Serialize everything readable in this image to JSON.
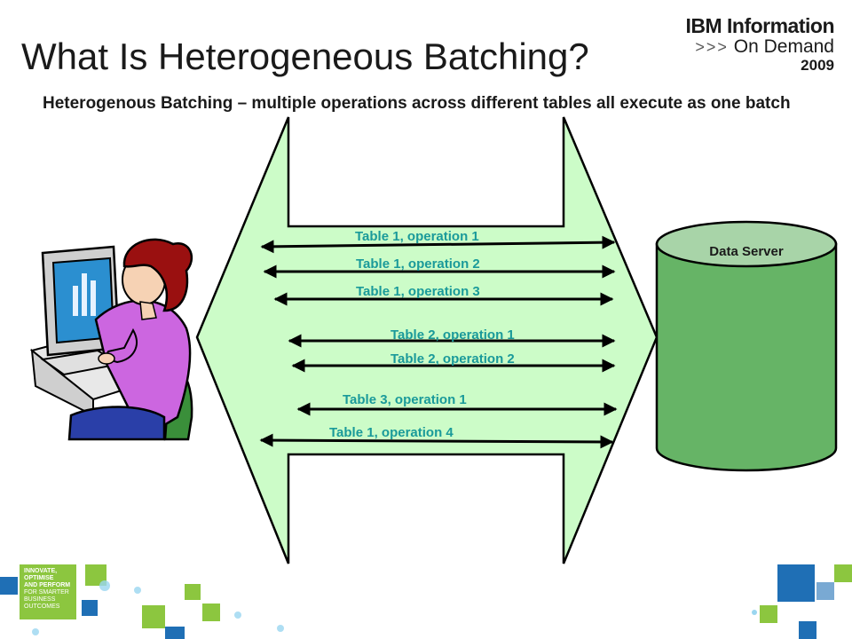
{
  "slide": {
    "title": "What Is Heterogeneous Batching?",
    "subtitle": "Heterogenous Batching – multiple operations across different tables all execute as one batch"
  },
  "brand": {
    "line1": "IBM Information",
    "chevrons": ">>>",
    "line2": "On Demand",
    "line3": "2009"
  },
  "diagram": {
    "server_label": "Data Server",
    "operations": [
      "Table 1, operation 1",
      "Table 1, operation 2",
      "Table 1, operation 3",
      "Table 2, operation 1",
      "Table 2, operation 2",
      "Table 3, operation 1",
      "Table 1, operation 4"
    ]
  },
  "footer_badge": {
    "line1": "INNOVATE,",
    "line2": "OPTIMISE",
    "line3": "AND PERFORM",
    "line4": "FOR SMARTER",
    "line5": "BUSINESS",
    "line6": "OUTCOMES"
  },
  "colors": {
    "funnel_fill": "#ccfcc8",
    "cylinder_fill": "#66b466",
    "cylinder_top": "#a8d4a8",
    "label_teal": "#1a9a9a",
    "square_blue": "#1f6fb5",
    "square_green": "#8cc63f"
  }
}
